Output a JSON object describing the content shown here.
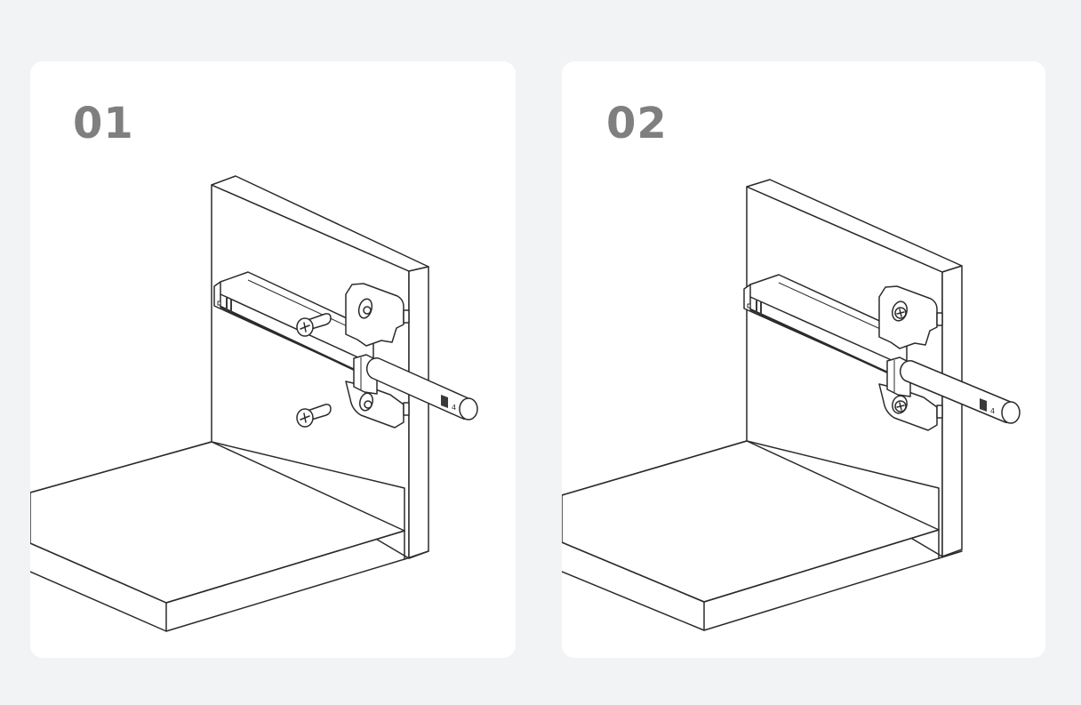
{
  "steps": [
    {
      "number": "01",
      "description_visual": "Soft-close damper positioned against cabinet side panel with two screws ready to insert",
      "screws_installed": false
    },
    {
      "number": "02",
      "description_visual": "Soft-close damper fastened to cabinet side panel with two screws installed",
      "screws_installed": true
    }
  ],
  "icons": {
    "damper": "soft-close-damper",
    "screw": "phillips-screw",
    "panel": "cabinet-panel",
    "shelf": "cabinet-shelf"
  },
  "colors": {
    "page_background": "#f2f3f5",
    "card_background": "#ffffff",
    "step_number": "#7f7f7f",
    "line_art": "#2b2b2b"
  },
  "damper_marking": "4"
}
